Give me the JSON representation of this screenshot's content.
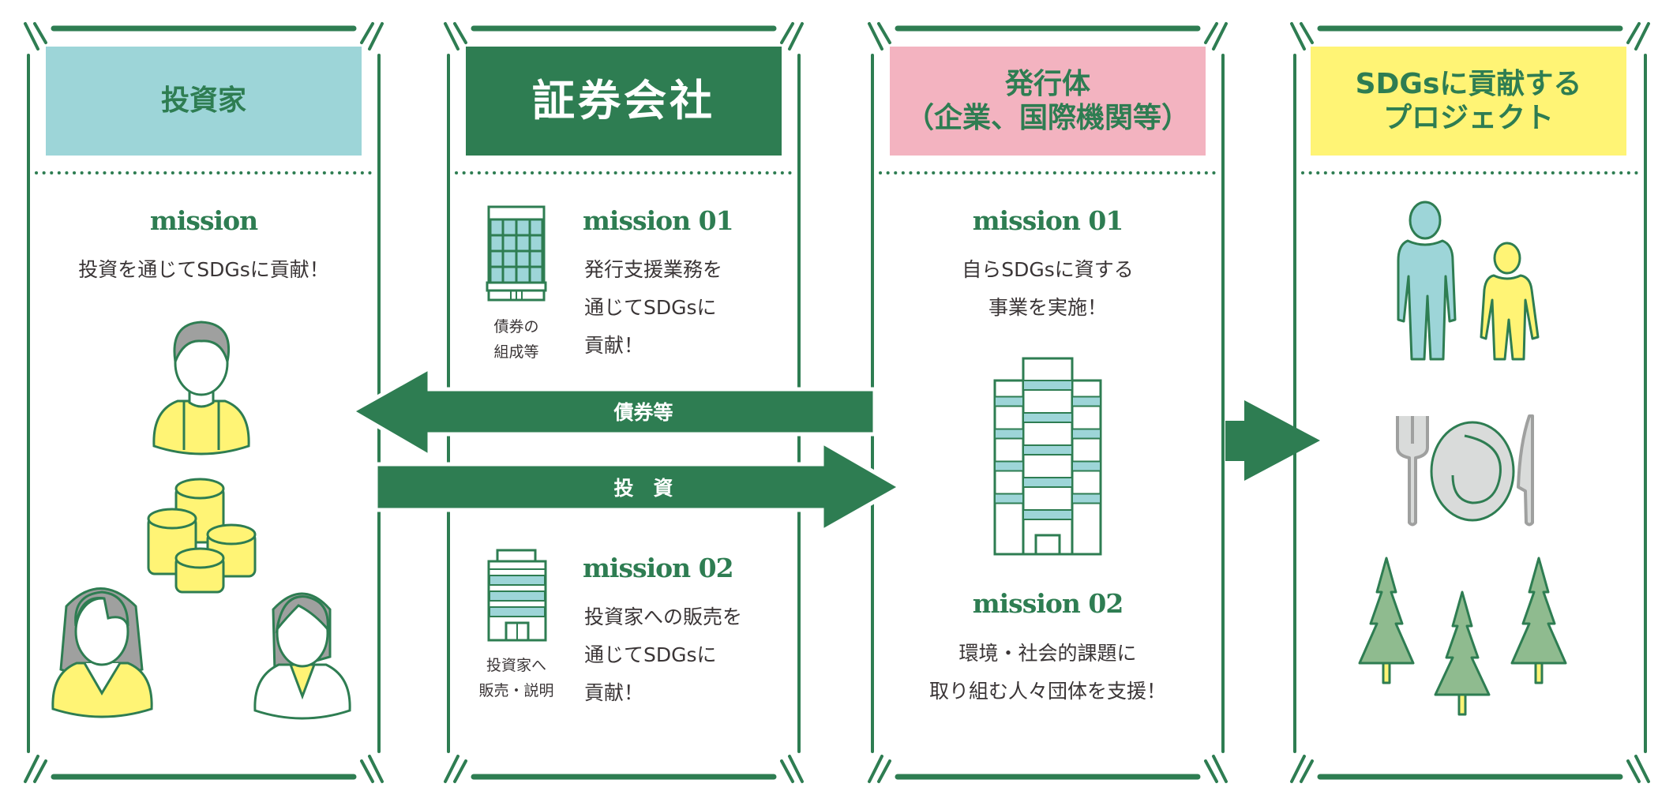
{
  "colors": {
    "green": "#2e7d52",
    "teal": "#9dd5d8",
    "pink": "#f3b3c0",
    "yellow": "#fff475",
    "gray": "#9fa09f",
    "tree": "#8fbb8f"
  },
  "columns": [
    {
      "title_lines": [
        "投資家"
      ],
      "mission": {
        "label": "mission",
        "lines": [
          "投資を通じてSDGsに貢献！"
        ]
      }
    },
    {
      "title_lines": [
        "証券会社"
      ],
      "mission01": {
        "label": "mission 01",
        "lines": [
          "発行支援業務を",
          "通じてSDGsに",
          "貢献！"
        ],
        "icon_label": [
          "債券の",
          "組成等"
        ]
      },
      "mission02": {
        "label": "mission 02",
        "lines": [
          "投資家への販売を",
          "通じてSDGsに",
          "貢献！"
        ],
        "icon_label": [
          "投資家へ",
          "販売・説明"
        ]
      }
    },
    {
      "title_lines": [
        "発行体",
        "（企業、国際機関等）"
      ],
      "mission01": {
        "label": "mission 01",
        "lines": [
          "自らSDGsに資する",
          "事業を実施！"
        ]
      },
      "mission02": {
        "label": "mission 02",
        "lines": [
          "環境・社会的課題に",
          "取り組む人々団体を支援！"
        ]
      }
    },
    {
      "title_lines": [
        "SDGsに貢献する",
        "プロジェクト"
      ]
    }
  ],
  "arrows": {
    "bonds": "債券等",
    "investment": "投　資"
  }
}
